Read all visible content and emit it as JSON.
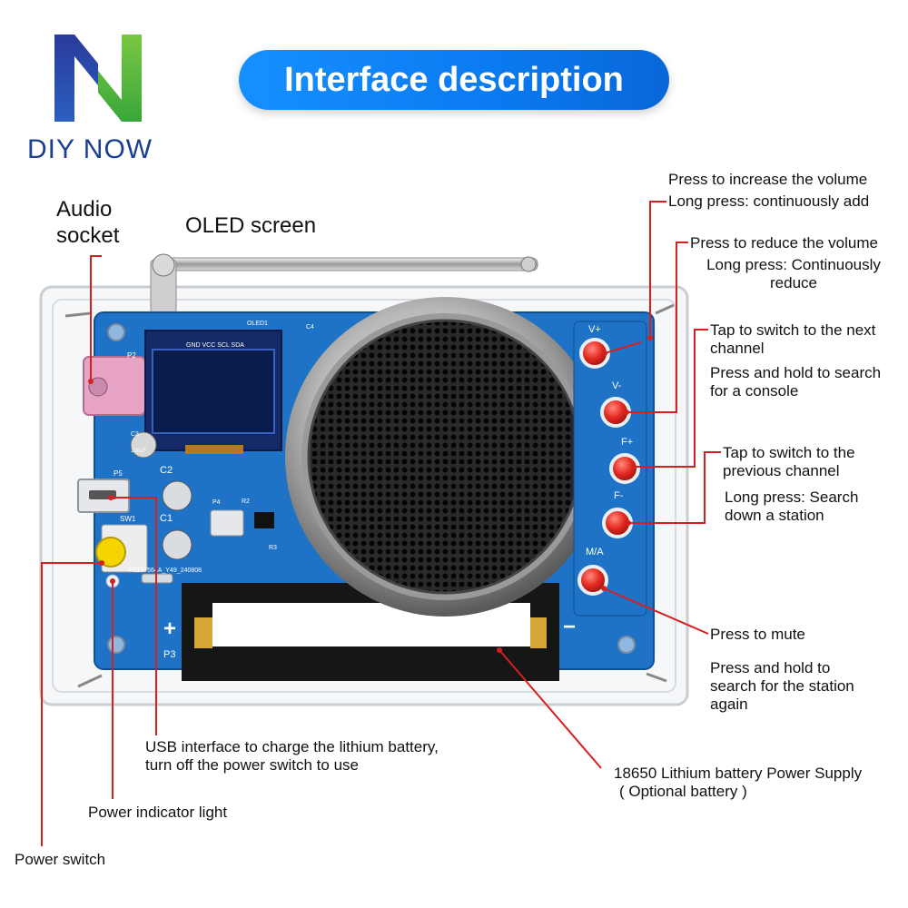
{
  "brand": {
    "name": "DIY NOW"
  },
  "title": "Interface description",
  "colors": {
    "board": "#1e73c7",
    "pointer": "#d62020",
    "pill": "#0a7af0",
    "brand": "#1a3f8f"
  },
  "board_marks": {
    "oled": "OLED1",
    "oled_pins": "GND VCC SCL SDA",
    "p2": "P2",
    "p3": "P3",
    "p4": "P4",
    "p5": "P5",
    "sw1": "SW1",
    "c1": "C1",
    "c2": "C2",
    "c3": "C3",
    "c3_value": "100uF",
    "c4": "C4",
    "r2": "R2",
    "r3": "R3",
    "pcb_id": "R1157564A_Y49_240808",
    "plus": "+",
    "minus": "−",
    "btn_vplus": "V+",
    "btn_vminus": "V-",
    "btn_fplus": "F+",
    "btn_fminus": "F-",
    "btn_ma": "M/A"
  },
  "callouts": {
    "audio_socket": [
      "Audio",
      "socket"
    ],
    "oled_screen": "OLED screen",
    "volume_up": [
      "Press to increase the volume",
      "Long press: continuously add"
    ],
    "volume_down": [
      "Press to reduce the volume",
      "Long press: Continuously",
      "reduce"
    ],
    "next_channel": [
      "Tap to switch to the next",
      "channel"
    ],
    "search_console": [
      "Press and hold to search",
      "for a console"
    ],
    "prev_channel": [
      "Tap to switch to the",
      "previous channel"
    ],
    "search_down": [
      "Long press: Search",
      "down a station"
    ],
    "mute": "Press to mute",
    "search_again": [
      "Press and hold to",
      "search for the station",
      "again"
    ],
    "usb": [
      "USB interface to charge the lithium battery,",
      "turn off the power switch to use"
    ],
    "battery": [
      "18650 Lithium battery Power Supply",
      "( Optional battery )"
    ],
    "power_light": "Power indicator light",
    "power_switch": "Power switch"
  }
}
